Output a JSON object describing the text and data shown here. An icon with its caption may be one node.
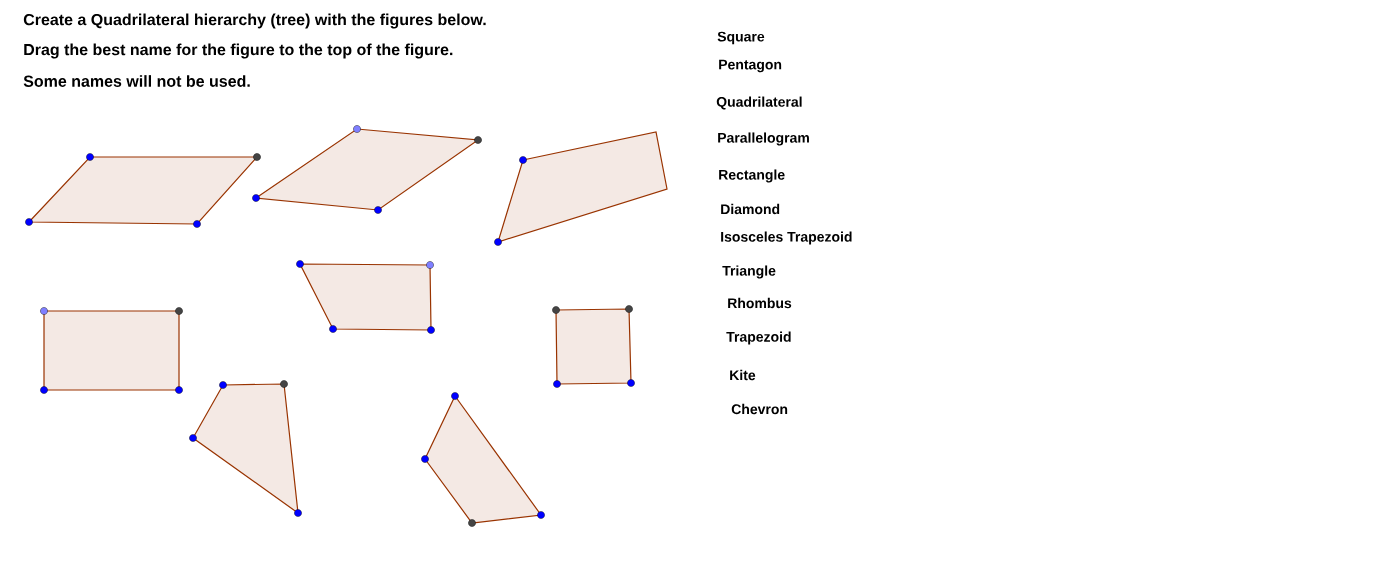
{
  "diagram": {
    "labels": [
      "Create a Quadrilateral hierarchy (tree) with the figures below.",
      "Drag the best name for the figure to the top of the figure.",
      "Some names will not be used.",
      "Square",
      "Pentagon",
      "Quadrilateral",
      "Parallelogram",
      "Rectangle",
      "Diamond",
      "Isosceles Trapezoid",
      "Triangle",
      "Rhombus",
      "Trapezoid",
      "Kite",
      "Chevron"
    ]
  }
}
